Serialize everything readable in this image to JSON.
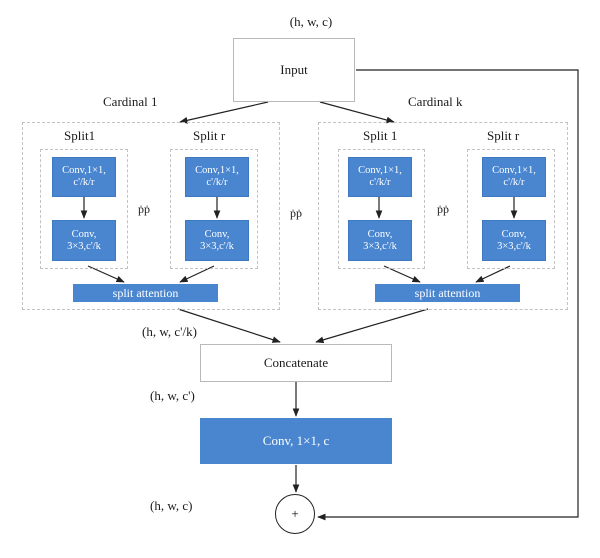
{
  "top_dims": "(h, w, c)",
  "input": "Input",
  "cardinal_1": {
    "title": "Cardinal 1",
    "split_a": "Split1",
    "split_b": "Split r"
  },
  "cardinal_k": {
    "title": "Cardinal k",
    "split_a": "Split  1",
    "split_b": "Split r"
  },
  "conv_a_line1": "Conv,1×1,",
  "conv_a_line2": "c'/k/r",
  "conv_b_line1": "Conv,",
  "conv_b_line2": "3×3,c'/k",
  "ellipsis": "ṗṗ",
  "split_attention": "split attention",
  "dims_after_cardinal": "(h, w, c'/k)",
  "concatenate": "Concatenate",
  "dims_after_concat": "(h, w, c')",
  "final_conv": "Conv, 1×1, c",
  "dims_after_final": "(h, w, c)",
  "sum_symbol": "+"
}
